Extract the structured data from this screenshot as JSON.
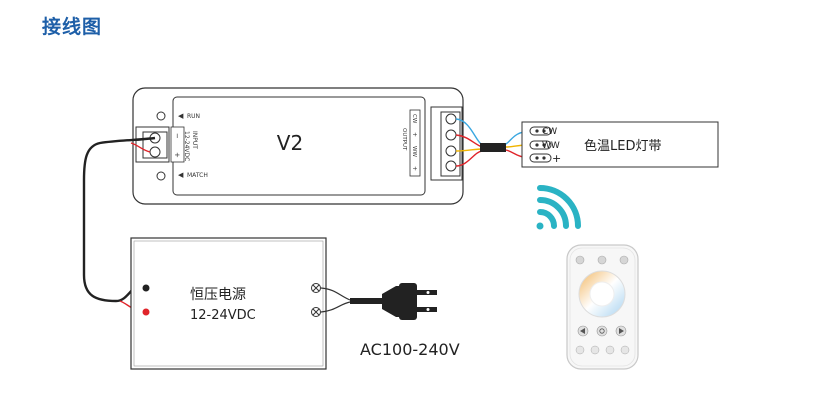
{
  "title": "接线图",
  "controller": {
    "name": "V2",
    "run_label": "RUN",
    "match_label": "MATCH",
    "input_label": "INPUT",
    "input_voltage": "12-24VDC",
    "input_minus": "−",
    "input_plus": "+",
    "output_label": "OUTPUT",
    "output_cw": "CW",
    "output_ww": "WW",
    "output_plus": "+"
  },
  "led_strip": {
    "label": "色温LED灯带",
    "cw": "CW",
    "ww": "WW",
    "plus": "+"
  },
  "power_supply": {
    "line1": "恒压电源",
    "line2": "12-24VDC"
  },
  "ac_label": "AC100-240V",
  "colors": {
    "title": "#1e5fa8",
    "wire_red": "#e0242a",
    "wire_blue": "#3aa7e0",
    "wire_yellow": "#f0b400",
    "wire_black": "#222222",
    "wifi": "#2ab3c4"
  }
}
